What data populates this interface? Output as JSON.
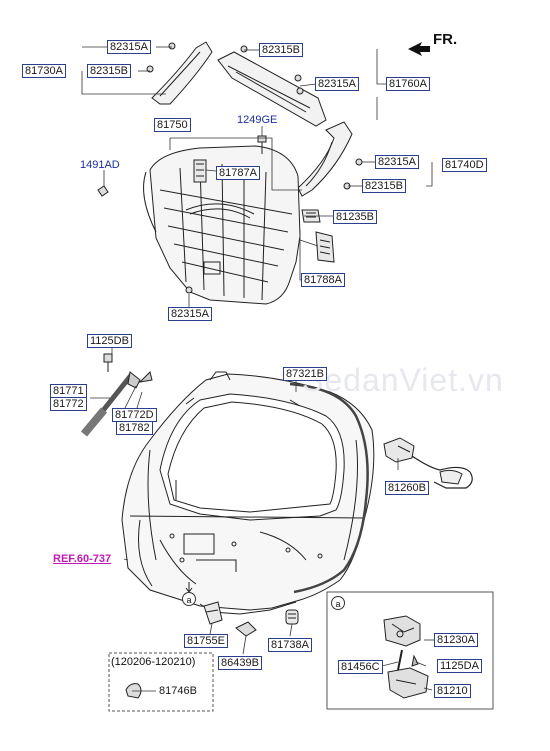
{
  "direction_label": "FR.",
  "watermark": "SedanViet.vn",
  "reference": "REF.60-737",
  "detail_marker": "a",
  "date_range": "(120206-120210)",
  "plain_labels": {
    "bolt_top": "1249GE",
    "clip_left": "1491AD",
    "variant_part": "81746B"
  },
  "part_labels": {
    "p82315A_1": "82315A",
    "p81730A": "81730A",
    "p82315B_1": "82315B",
    "p82315B_2": "82315B",
    "p82315A_2": "82315A",
    "p81760A": "81760A",
    "p81750": "81750",
    "p82315A_3": "82315A",
    "p81740D": "81740D",
    "p81787A": "81787A",
    "p82315B_3": "82315B",
    "p81235B": "81235B",
    "p81788A": "81788A",
    "p82315A_4": "82315A",
    "p1125DB": "1125DB",
    "p81771": "81771",
    "p81772": "81772",
    "p87321B": "87321B",
    "p81772D": "81772D",
    "p81782": "81782",
    "p81260B": "81260B",
    "p81755E": "81755E",
    "p86439B": "86439B",
    "p81738A": "81738A",
    "p81230A": "81230A",
    "p81456C": "81456C",
    "p1125DA": "1125DA",
    "p81210": "81210"
  }
}
